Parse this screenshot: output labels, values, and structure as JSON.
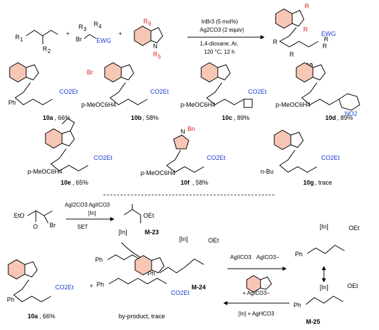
{
  "scheme": {
    "reagents": {
      "r1": "R",
      "r1_sub": "1",
      "r2": "R",
      "r2_sub": "2",
      "br": "Br",
      "r3": "R",
      "r3_sub": "3",
      "r4": "R",
      "r4_sub": "4",
      "ewg": "EWG",
      "r5": "R",
      "r5_sub": "5",
      "r6": "R",
      "r6_sub": "6",
      "n": "N",
      "plus": "+"
    },
    "conditions": {
      "line1": "InBr3 (5 mol%)",
      "line2": "Ag2CO3 (2 equiv)",
      "line3": "1,4-dioxane, Ar,",
      "line4": "120 °C, 12 h"
    },
    "product": {
      "label": "10",
      "ewg": "EWG"
    },
    "examples": [
      {
        "id": "10a",
        "yield": ", 66%",
        "aryl": "Ph"
      },
      {
        "id": "10b",
        "yield": ", 58%",
        "aryl": "p-MeOC6H4"
      },
      {
        "id": "10c",
        "yield": ", 89%",
        "aryl": "p-MeOC6H4"
      },
      {
        "id": "10d",
        "yield": ", 89%",
        "aryl": "p-MeOC6H4"
      },
      {
        "id": "10e",
        "yield": ", 65%",
        "aryl": "p-MeOC6H4"
      },
      {
        "id": "10f",
        "yield": ", 58%",
        "aryl": "p-MeOC6H4"
      },
      {
        "id": "10g",
        "yield": ", trace",
        "aryl": "n-Bu"
      }
    ],
    "groups": {
      "co2et": "CO2Et",
      "no2": "NO2",
      "bn": "Bn",
      "br": "Br",
      "n": "N"
    },
    "mechanism": {
      "eto": "EtO",
      "o": "O",
      "br": "Br",
      "ag_top": "AgI2CO3  AgIICO3",
      "in": "[In]",
      "set": "SET",
      "oet": "OEt",
      "m23": "M-23",
      "m24": "M-24",
      "m25": "M-25",
      "ph": "Ph",
      "ag_step": "AgIICO3",
      "ag_step2": "AgICO3−",
      "plus_ag": "+ AgICO3−",
      "in_ag": "[In] + AgHCO3",
      "final_a": "10a",
      "final_a_yield": ", 66%",
      "byproduct": "by-product, trace"
    }
  }
}
